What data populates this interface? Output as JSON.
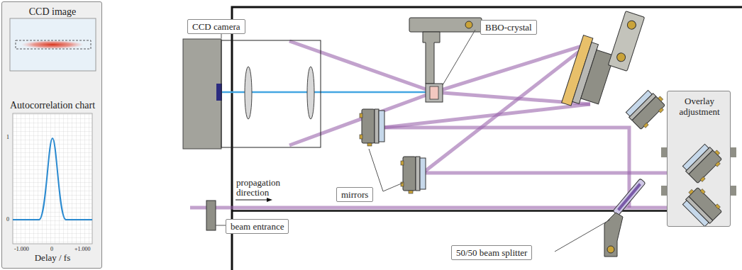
{
  "diagram": {
    "nodes": [
      {
        "text": [
          "CCD image",
          "Autocorrelation chart"
        ]
      },
      {
        "text": [
          "CCD camera"
        ]
      },
      {
        "text": [
          "BBO-crystal"
        ]
      },
      {
        "text": [
          "Overlay adjustment"
        ]
      },
      {
        "text": [
          "mirrors"
        ]
      },
      {
        "text": [
          "beam entrance"
        ]
      },
      {
        "text": [
          "50/50 beam splitter"
        ]
      }
    ],
    "labels": [
      "1",
      "0",
      "-1.000",
      "0",
      "+1.000",
      "Delay / fs",
      "propagation direction"
    ]
  }
}
